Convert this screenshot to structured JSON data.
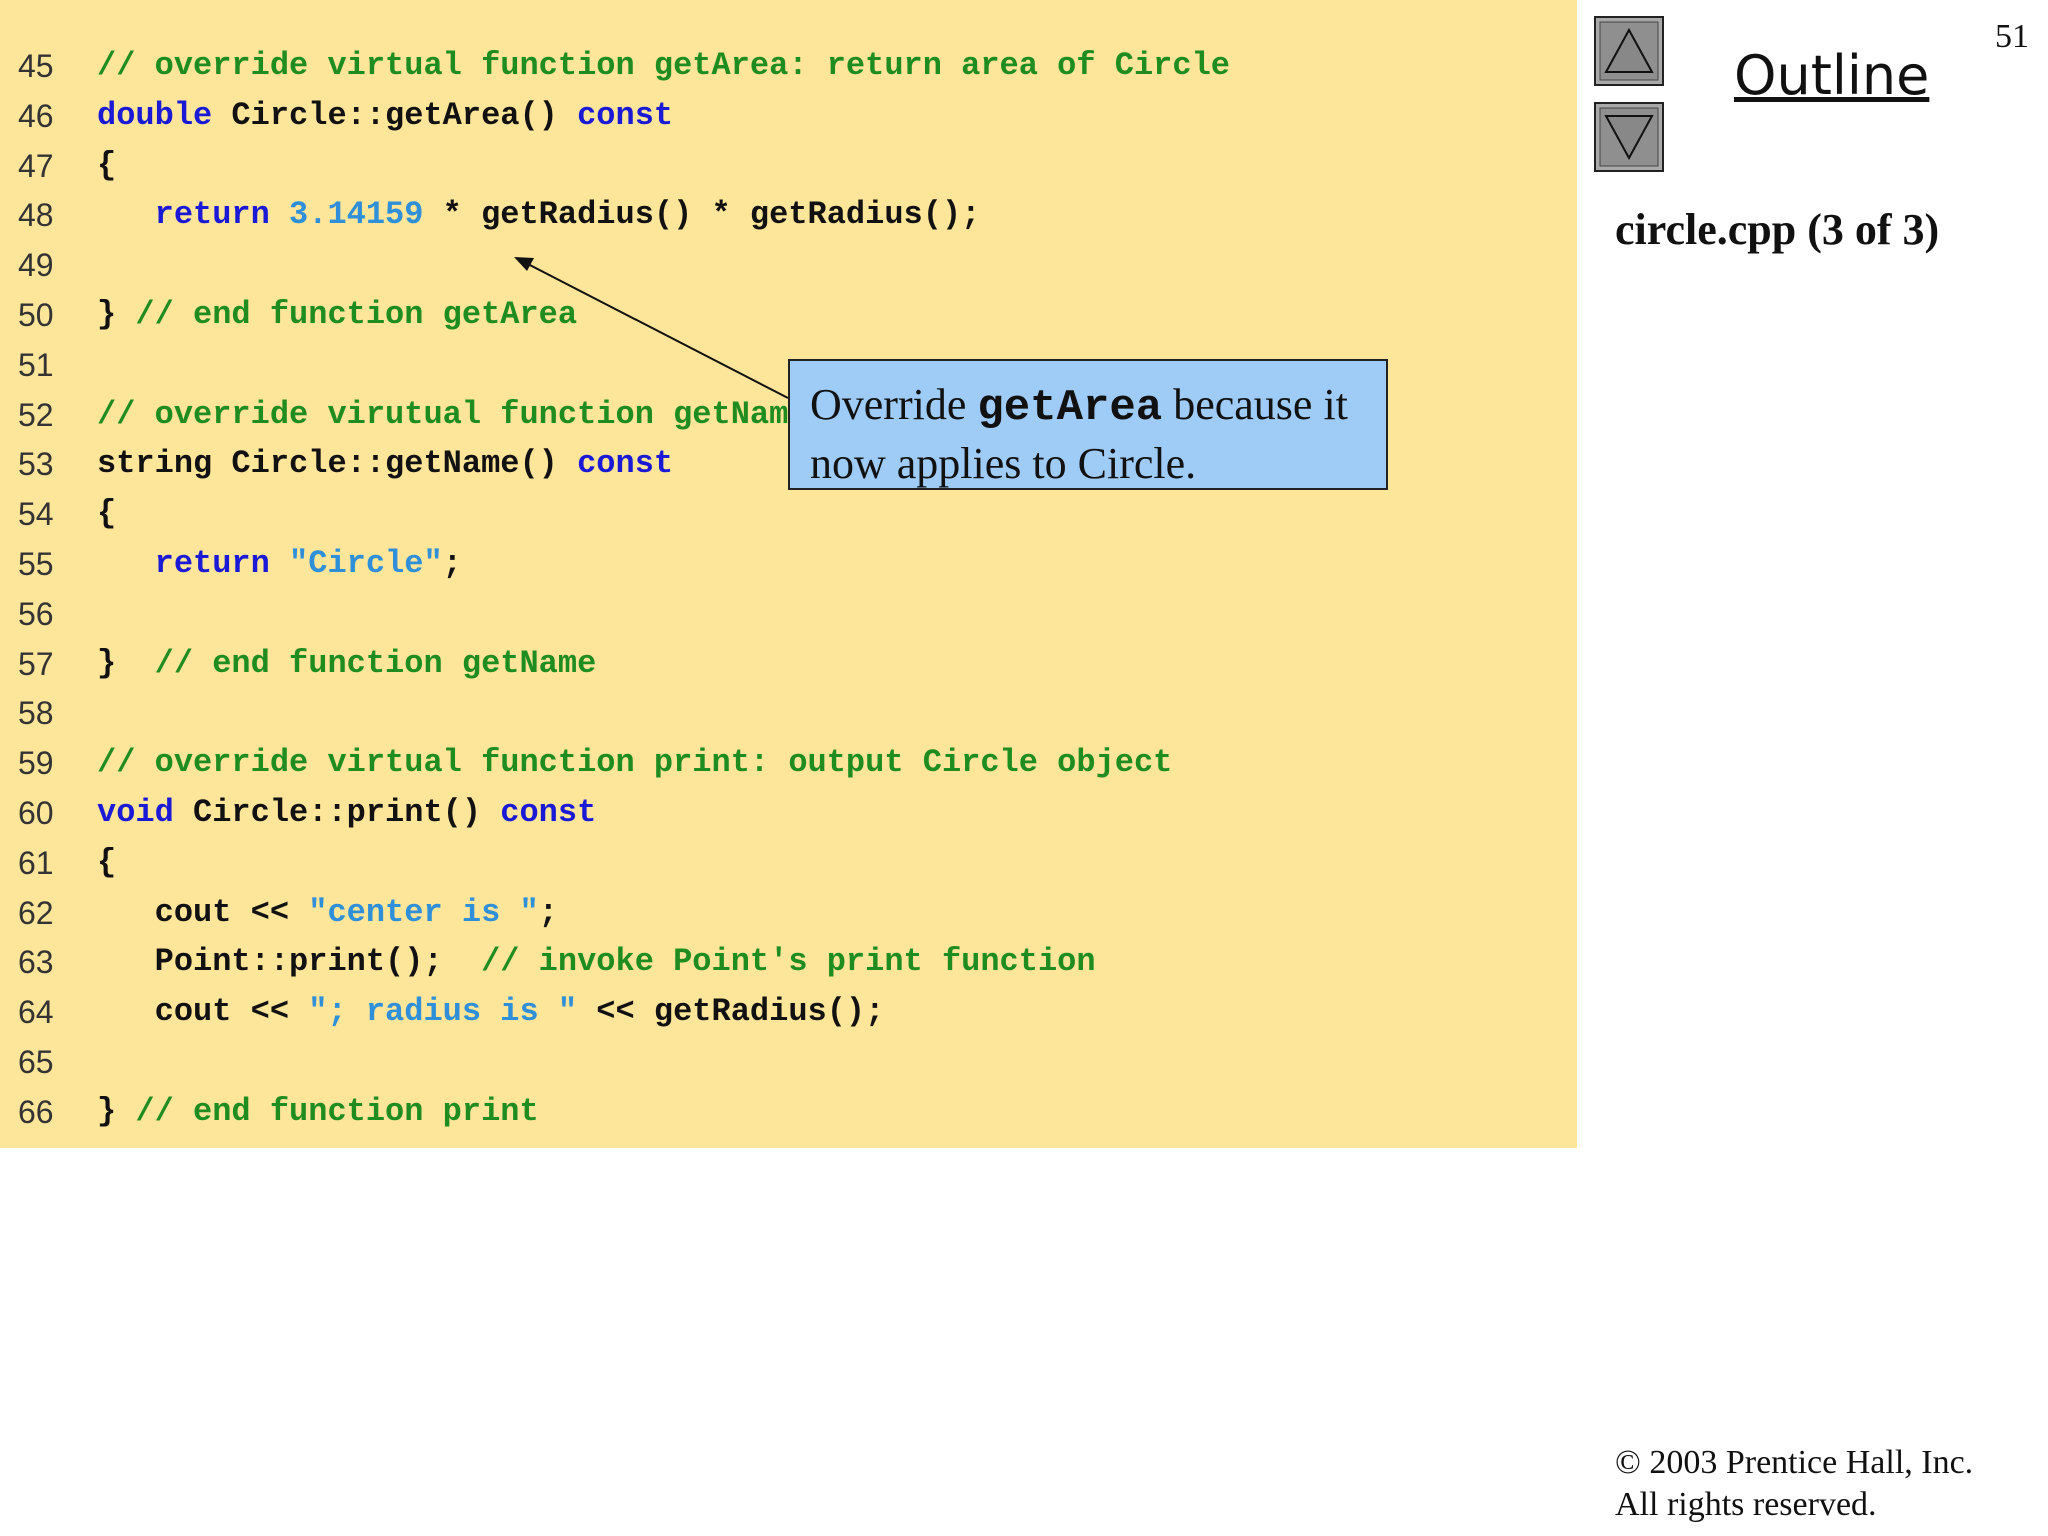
{
  "slide_number": "51",
  "outline": {
    "title": "Outline",
    "up_button": "up-arrow",
    "down_button": "down-arrow"
  },
  "file_label": "circle.cpp (3 of 3)",
  "callout": {
    "prefix": "Override ",
    "code": "getArea",
    "suffix": " because it",
    "line2": "now applies to Circle."
  },
  "code_lines": [
    {
      "num": "45",
      "tokens": [
        [
          "c",
          "// override virtual function getArea: return area of Circle"
        ]
      ]
    },
    {
      "num": "46",
      "tokens": [
        [
          "k",
          "double"
        ],
        [
          "p",
          " Circle::getArea() "
        ],
        [
          "k",
          "const"
        ]
      ]
    },
    {
      "num": "47",
      "tokens": [
        [
          "p",
          "{"
        ]
      ]
    },
    {
      "num": "48",
      "tokens": [
        [
          "p",
          "   "
        ],
        [
          "k",
          "return"
        ],
        [
          "p",
          " "
        ],
        [
          "n",
          "3.14159"
        ],
        [
          "p",
          " * getRadius() * getRadius();"
        ]
      ]
    },
    {
      "num": "49",
      "tokens": []
    },
    {
      "num": "50",
      "tokens": [
        [
          "p",
          "} "
        ],
        [
          "c",
          "// end function getArea"
        ]
      ]
    },
    {
      "num": "51",
      "tokens": []
    },
    {
      "num": "52",
      "tokens": [
        [
          "c",
          "// override virutual function getName: return name of Circle"
        ]
      ]
    },
    {
      "num": "53",
      "tokens": [
        [
          "p",
          "string Circle::getName() "
        ],
        [
          "k",
          "const"
        ]
      ]
    },
    {
      "num": "54",
      "tokens": [
        [
          "p",
          "{"
        ]
      ]
    },
    {
      "num": "55",
      "tokens": [
        [
          "p",
          "   "
        ],
        [
          "k",
          "return"
        ],
        [
          "p",
          " "
        ],
        [
          "s",
          "\"Circle\""
        ],
        [
          "p",
          ";"
        ]
      ]
    },
    {
      "num": "56",
      "tokens": []
    },
    {
      "num": "57",
      "tokens": [
        [
          "p",
          "}  "
        ],
        [
          "c",
          "// end function getName"
        ]
      ]
    },
    {
      "num": "58",
      "tokens": []
    },
    {
      "num": "59",
      "tokens": [
        [
          "c",
          "// override virtual function print: output Circle object"
        ]
      ]
    },
    {
      "num": "60",
      "tokens": [
        [
          "k",
          "void"
        ],
        [
          "p",
          " Circle::print() "
        ],
        [
          "k",
          "const"
        ]
      ]
    },
    {
      "num": "61",
      "tokens": [
        [
          "p",
          "{"
        ]
      ]
    },
    {
      "num": "62",
      "tokens": [
        [
          "p",
          "   cout << "
        ],
        [
          "s",
          "\"center is \""
        ],
        [
          "p",
          ";"
        ]
      ]
    },
    {
      "num": "63",
      "tokens": [
        [
          "p",
          "   Point::print();  "
        ],
        [
          "c",
          "// invoke Point's print function"
        ]
      ]
    },
    {
      "num": "64",
      "tokens": [
        [
          "p",
          "   cout << "
        ],
        [
          "s",
          "\"; radius is \""
        ],
        [
          "p",
          " << getRadius();"
        ]
      ]
    },
    {
      "num": "65",
      "tokens": []
    },
    {
      "num": "66",
      "tokens": [
        [
          "p",
          "} "
        ],
        [
          "c",
          "// end function print"
        ]
      ]
    }
  ],
  "copyright": {
    "line1": "© 2003 Prentice Hall, Inc.",
    "line2": "All rights reserved."
  },
  "colors": {
    "code_background": "#fde59a",
    "callout_background": "#9fcbf7",
    "keyword": "#1a1ad6",
    "comment": "#1f8c1f",
    "string_literal": "#2f8fd8"
  }
}
